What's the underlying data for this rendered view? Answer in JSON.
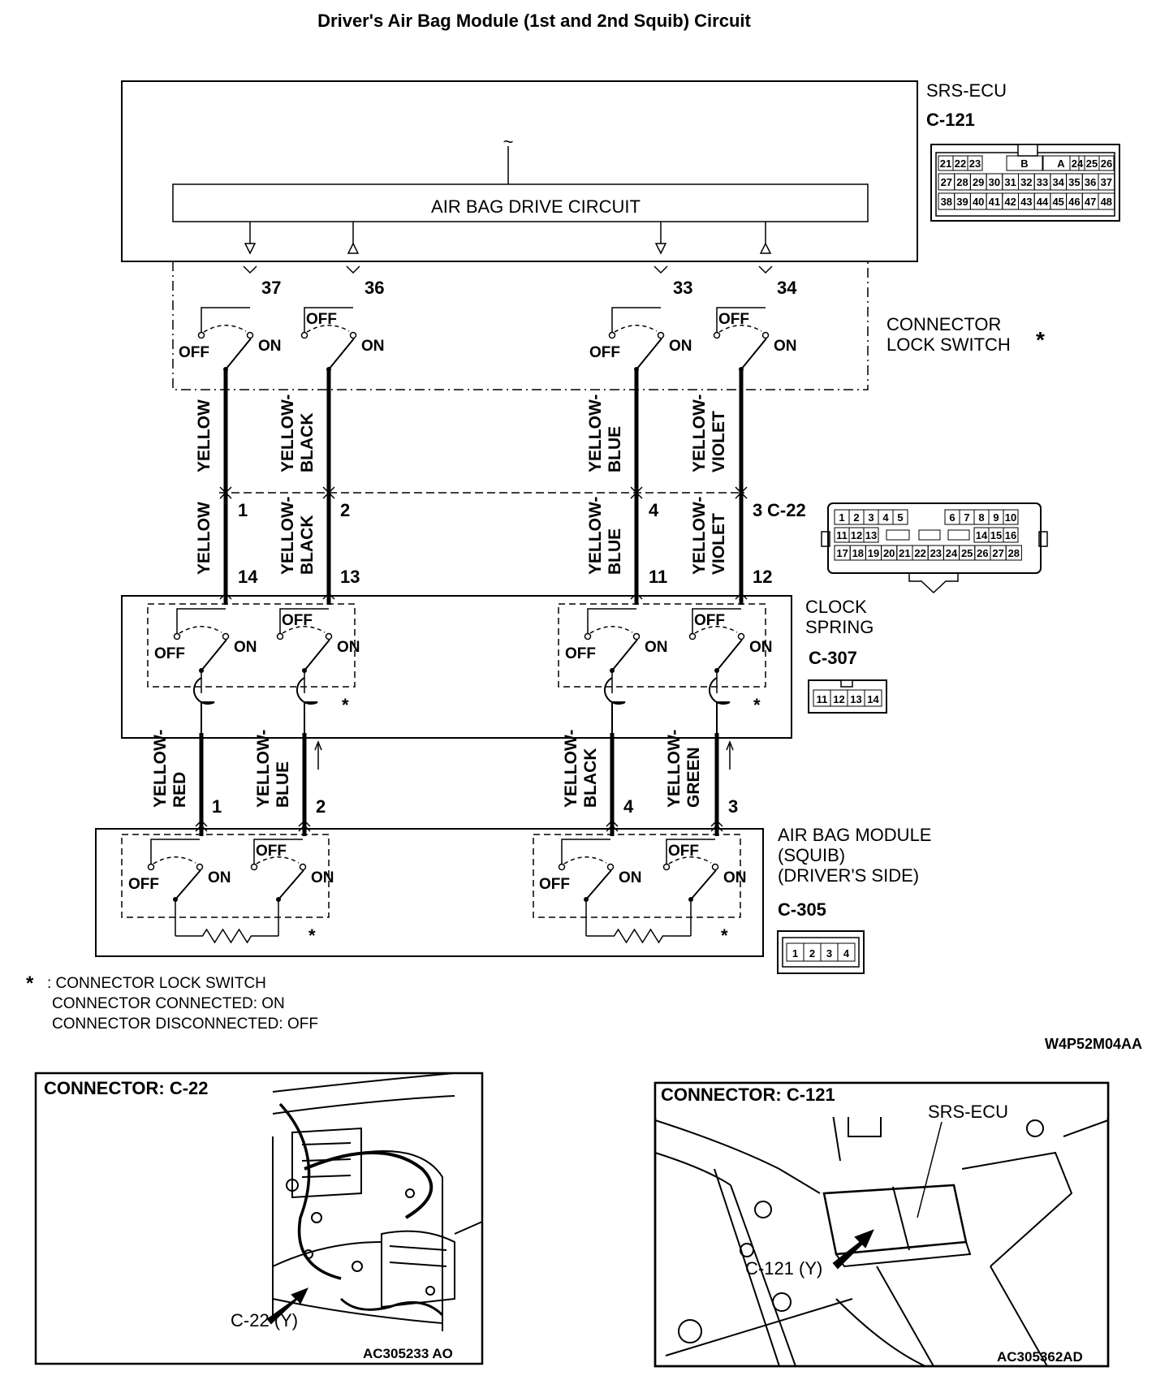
{
  "title": "Driver's Air Bag Module (1st and 2nd Squib) Circuit",
  "srs_ecu": {
    "name": "SRS-ECU",
    "connector": "C-121",
    "drive_circuit": "AIR BAG DRIVE CIRCUIT",
    "lock_switch": "CONNECTOR\nLOCK SWITCH",
    "terminals": [
      "37",
      "36",
      "33",
      "34"
    ]
  },
  "c121_pins": {
    "row1": [
      "21",
      "22",
      "23",
      "B",
      "A",
      "24",
      "25",
      "26"
    ],
    "row2": [
      "27",
      "28",
      "29",
      "30",
      "31",
      "32",
      "33",
      "34",
      "35",
      "36",
      "37"
    ],
    "row3": [
      "38",
      "39",
      "40",
      "41",
      "42",
      "43",
      "44",
      "45",
      "46",
      "47",
      "48"
    ]
  },
  "c22": {
    "name": "C-22",
    "upper_terminals": [
      "1",
      "2",
      "4",
      "3"
    ],
    "lower_terminals": [
      "14",
      "13",
      "11",
      "12"
    ],
    "pins_row1": [
      "1",
      "2",
      "3",
      "4",
      "5",
      "6",
      "7",
      "8",
      "9",
      "10"
    ],
    "pins_row2": [
      "11",
      "12",
      "13",
      "14",
      "15",
      "16"
    ],
    "pins_row3": [
      "17",
      "18",
      "19",
      "20",
      "21",
      "22",
      "23",
      "24",
      "25",
      "26",
      "27",
      "28"
    ]
  },
  "wire_colors_upper": [
    "YELLOW",
    "YELLOW-\nBLACK",
    "YELLOW-\nBLUE",
    "YELLOW-\nVIOLET"
  ],
  "wire_colors_lower": [
    "YELLOW-\nRED",
    "YELLOW-\nBLUE",
    "YELLOW-\nBLACK",
    "YELLOW-\nGREEN"
  ],
  "clock_spring": {
    "name": "CLOCK\nSPRING",
    "connector": "C-307",
    "pins": [
      "11",
      "12",
      "13",
      "14"
    ]
  },
  "air_bag_module": {
    "name": "AIR BAG MODULE\n(SQUIB)\n(DRIVER'S SIDE)",
    "connector": "C-305",
    "terminals": [
      "1",
      "2",
      "4",
      "3"
    ],
    "pins": [
      "1",
      "2",
      "3",
      "4"
    ]
  },
  "switch_labels": {
    "on": "ON",
    "off": "OFF",
    "asterisk": "*"
  },
  "footnote": {
    "symbol": "*",
    "lines": [
      ": CONNECTOR LOCK SWITCH",
      "CONNECTOR CONNECTED: ON",
      "CONNECTOR DISCONNECTED: OFF"
    ]
  },
  "diagram_code": "W4P52M04AA",
  "inset_left": {
    "title": "CONNECTOR: C-22",
    "callout": "C-22 (Y)",
    "code": "AC305233 AO"
  },
  "inset_right": {
    "title": "CONNECTOR: C-121",
    "label": "SRS-ECU",
    "callout": "C-121 (Y)",
    "code": "AC305362AD"
  }
}
